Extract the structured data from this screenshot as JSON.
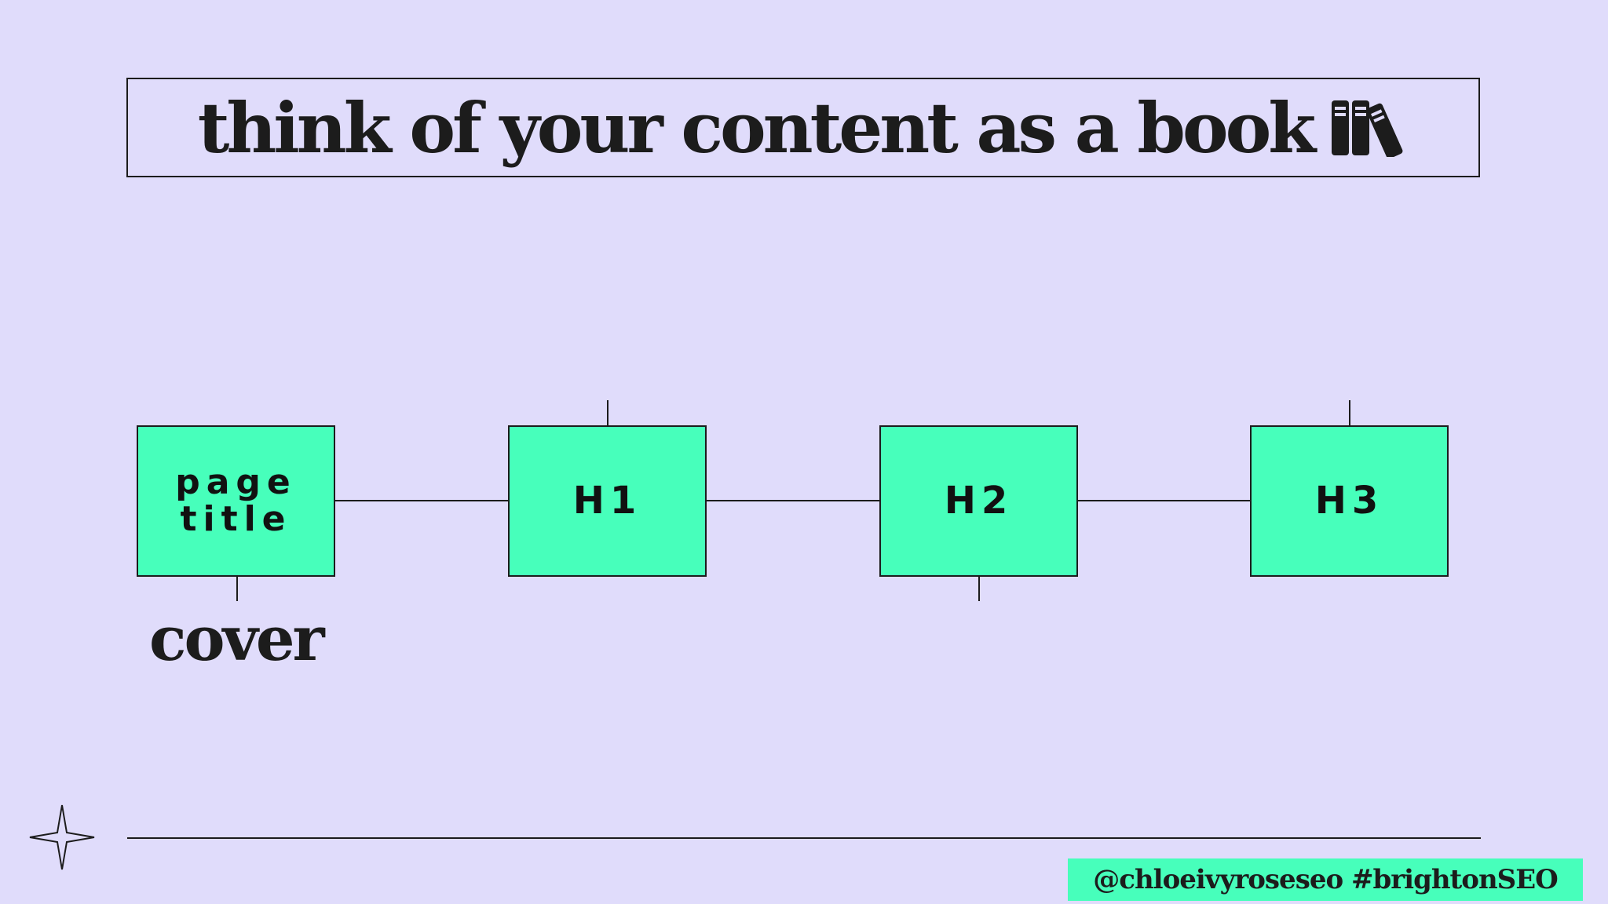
{
  "slide": {
    "title": "think of your content as a book",
    "title_icon": "books-icon",
    "background_color": "#e0dcfb",
    "accent_color": "#47ffbb",
    "ink_color": "#1c1c1c"
  },
  "diagram": {
    "nodes": [
      {
        "label": "page title"
      },
      {
        "label": "H1"
      },
      {
        "label": "H2"
      },
      {
        "label": "H3"
      }
    ],
    "cover_label": "cover"
  },
  "footer": {
    "handle": "@chloeivyroseseo #brightonSEO",
    "decoration_icon": "four-point-star-icon"
  }
}
